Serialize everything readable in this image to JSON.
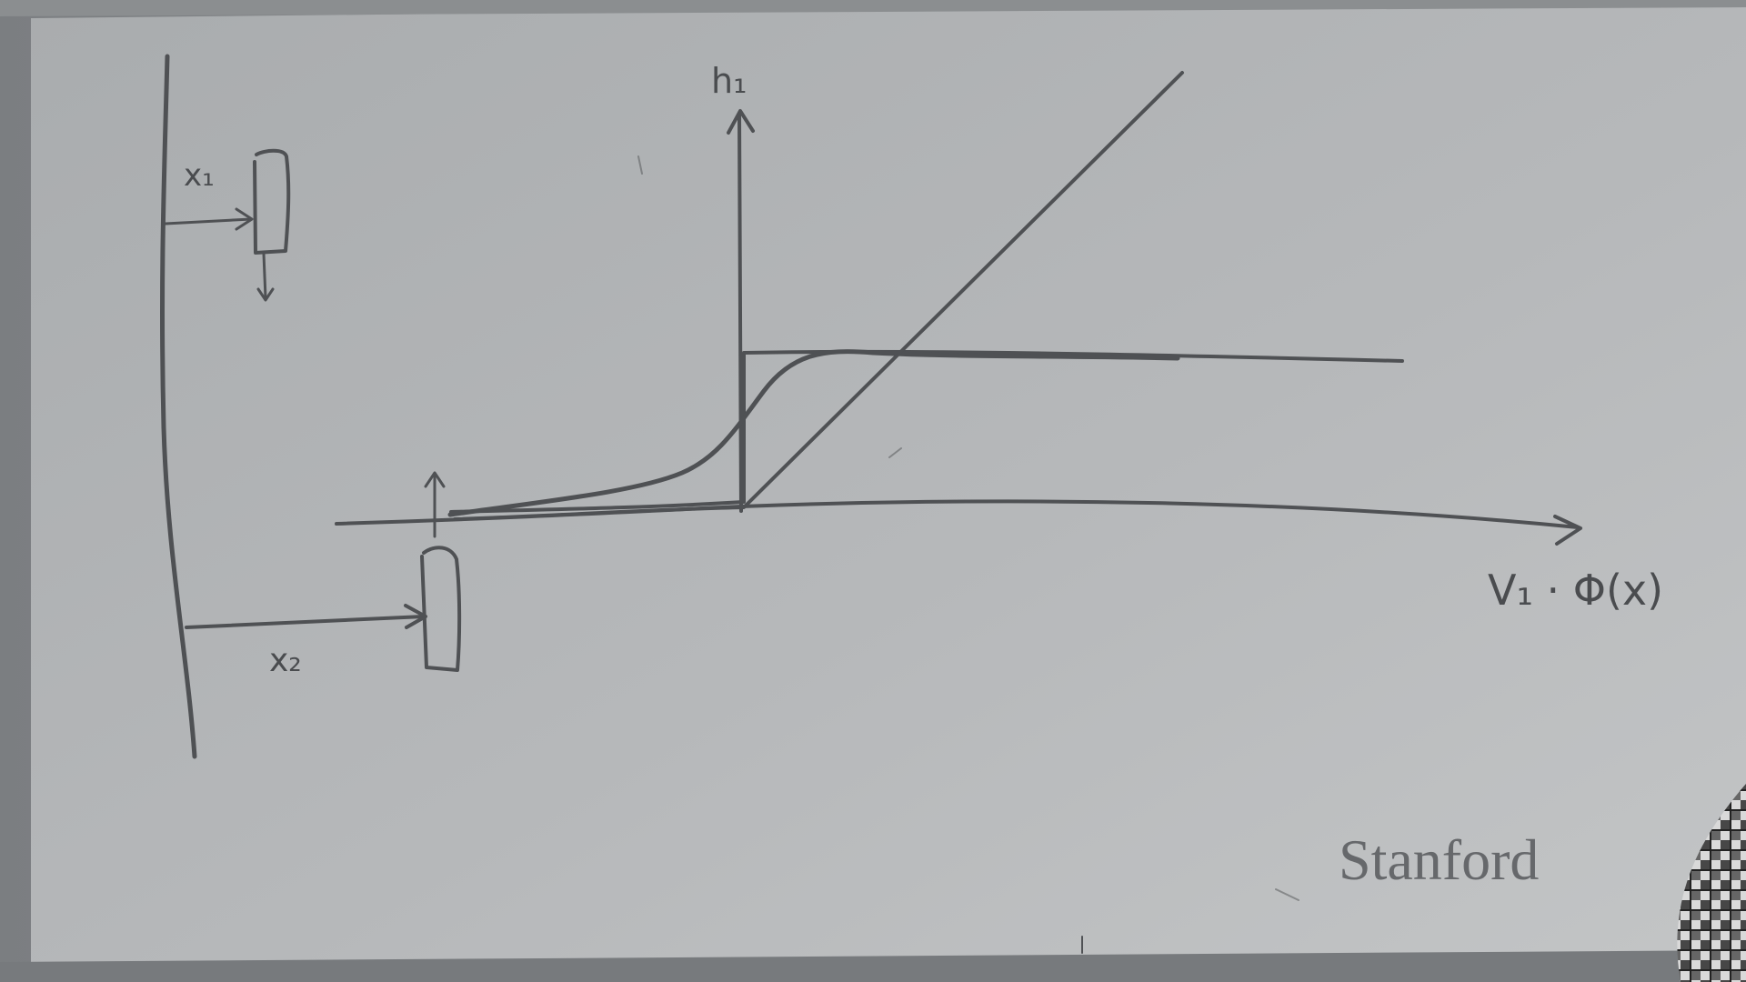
{
  "board": {
    "labels": {
      "h1": "h₁",
      "x1": "x₁",
      "x2": "x₂",
      "x_axis": "V₁ · Φ(x)"
    },
    "watermark": "Stanford"
  },
  "colors": {
    "board": "#b4b6b8",
    "frame": "#7d8083",
    "ink": "#4f5154",
    "watermark": "#66686b"
  }
}
